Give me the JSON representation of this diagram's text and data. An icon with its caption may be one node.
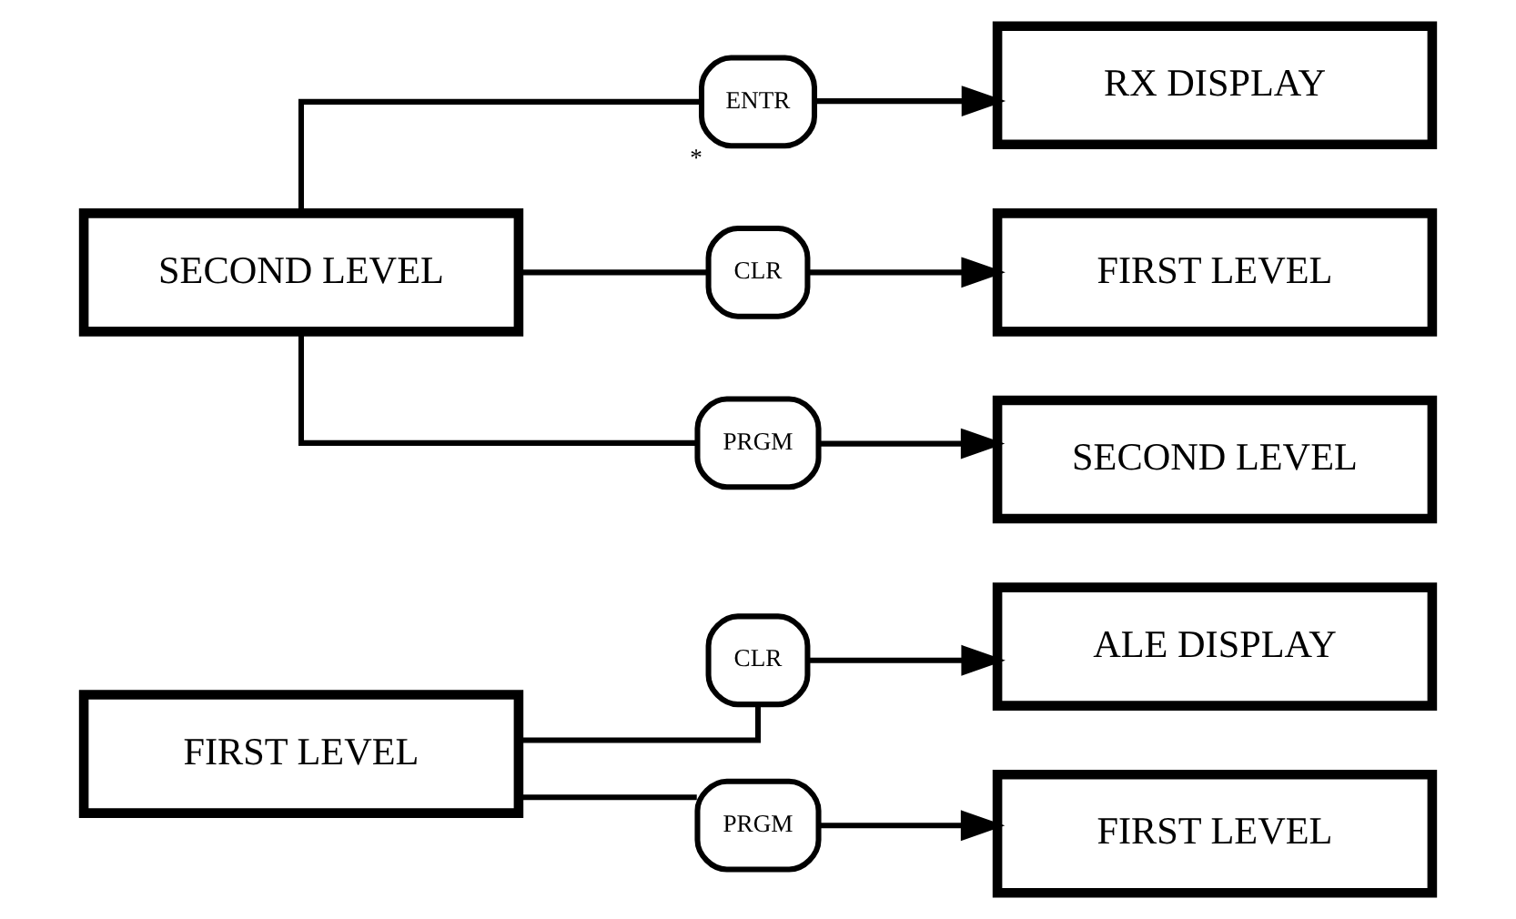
{
  "diagram": {
    "nodes": [
      {
        "text": [
          "FIRST LEVEL"
        ]
      },
      {
        "text": [
          "CLR"
        ]
      },
      {
        "text": [
          "PRGM"
        ]
      },
      {
        "text": [
          "ALE DISPLAY"
        ]
      },
      {
        "text": [
          "FIRST LEVEL"
        ]
      },
      {
        "text": [
          "SECOND LEVEL"
        ]
      },
      {
        "text": [
          "ENTR"
        ],
        "beside": [
          "*"
        ]
      },
      {
        "text": [
          "CLR"
        ]
      },
      {
        "text": [
          "PRGM"
        ]
      },
      {
        "text": [
          "RX DISPLAY"
        ]
      },
      {
        "text": [
          "FIRST LEVEL"
        ]
      },
      {
        "text": [
          "SECOND LEVEL"
        ]
      }
    ],
    "edges": [
      {
        "from": 0,
        "to": 1,
        "arrow": "none"
      },
      {
        "from": 0,
        "to": 2,
        "arrow": "none"
      },
      {
        "from": 1,
        "to": 3,
        "arrow": "to"
      },
      {
        "from": 2,
        "to": 4,
        "arrow": "to"
      },
      {
        "from": 5,
        "to": 6,
        "arrow": "none"
      },
      {
        "from": 5,
        "to": 7,
        "arrow": "none"
      },
      {
        "from": 5,
        "to": 8,
        "arrow": "none"
      },
      {
        "from": 6,
        "to": 9,
        "arrow": "to"
      },
      {
        "from": 7,
        "to": 10,
        "arrow": "to"
      },
      {
        "from": 8,
        "to": 11,
        "arrow": "to"
      }
    ]
  }
}
